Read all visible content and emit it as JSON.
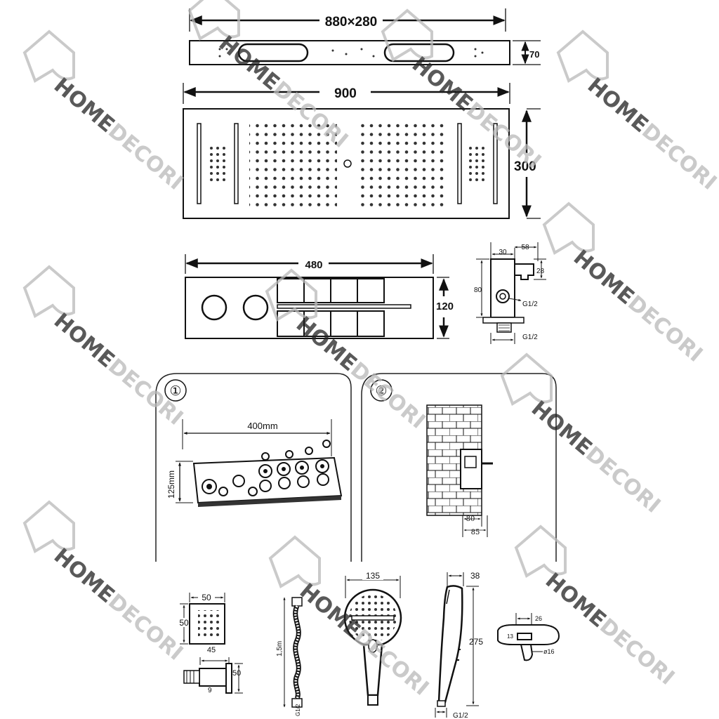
{
  "watermark": {
    "home": "HOME",
    "decor": "DECORI"
  },
  "panel_top": {
    "width_label": "880×280",
    "height_label": "70"
  },
  "panel_front": {
    "width_label": "900",
    "height_label": "300"
  },
  "control": {
    "width_label": "480",
    "height_label": "120"
  },
  "holder": {
    "w_total": "58",
    "w_inner": "30",
    "h_top": "28",
    "h_total": "80",
    "thread_side": "G1/2",
    "thread_bottom": "G1/2"
  },
  "step1": {
    "number": "①",
    "width_label": "400mm",
    "height_label": "125mm"
  },
  "step2": {
    "number": "②",
    "depth_min": "80",
    "depth_max": "85"
  },
  "body_jet": {
    "width_label": "50",
    "height_label": "50",
    "side_width": "45",
    "side_height": "50",
    "thread": "9"
  },
  "hose": {
    "length_label": "1,5m",
    "thread": "G1/2"
  },
  "hand_shower": {
    "diameter_label": "135",
    "side_width": "38",
    "length_label": "275",
    "thread": "G1/2"
  },
  "bracket": {
    "w": "26",
    "h": "13",
    "dia": "ø16"
  },
  "colors": {
    "line": "#111111",
    "watermark": "#b9b9b9"
  }
}
